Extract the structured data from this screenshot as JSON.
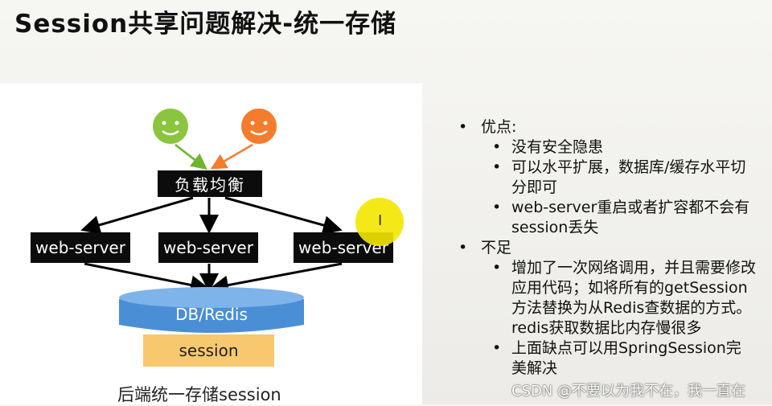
{
  "slide": {
    "title": "Session共享问题解决-统一存储"
  },
  "diagram": {
    "load_balancer": "负载均衡",
    "servers": [
      "web-server",
      "web-server",
      "web-server"
    ],
    "database": "DB/Redis",
    "session": "session",
    "caption": "后端统一存储session",
    "colors": {
      "user_left": "#8bc53f",
      "user_right": "#f47c2c",
      "database": "#4a8fd6",
      "session": "#f7c86e",
      "box": "#0c0c0c"
    }
  },
  "notes": {
    "advantages_heading": "优点:",
    "advantages": [
      "没有安全隐患",
      "可以水平扩展，数据库/缓存水平切分即可",
      "web-server重启或者扩容都不会有session丢失"
    ],
    "disadvantages_heading": "不足",
    "disadvantages": [
      "增加了一次网络调用，并且需要修改应用代码；如将所有的getSession方法替换为从Redis查数据的方式。redis获取数据比内存慢很多",
      "上面缺点可以用SpringSession完美解决"
    ]
  },
  "watermark": "CSDN @不要以为我不在，我一直在"
}
